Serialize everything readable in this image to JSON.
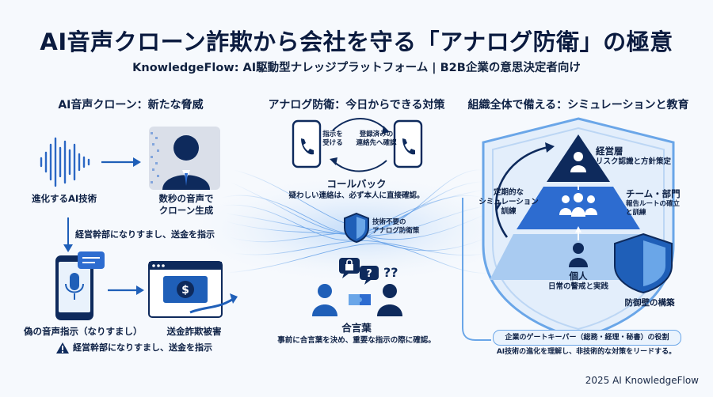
{
  "title": "AI音声クローン詐欺から会社を守る「アナログ防衛」の極意",
  "subtitle": "KnowledgeFlow: AI駆動型ナレッジプラットフォーム | B2B企業の意思決定者向け",
  "left": {
    "heading": "AI音声クローン：新たな脅威",
    "evolving_ai": "進化するAI技術",
    "clone_line1": "数秒の音声で",
    "clone_line2": "クローン生成",
    "impersonate": "経営幹部になりすまし、送金を指示",
    "fake_voice": "偽の音声指示（なりすまし）",
    "fraud_damage": "送金詐欺被害",
    "warning_text": "経営幹部になりすまし、送金を指示"
  },
  "center": {
    "heading": "アナログ防衛：今日からできる対策",
    "receive_line1": "指示を",
    "receive_line2": "受ける",
    "registered_line1": "登録済みの",
    "registered_line2": "連絡先へ確認",
    "callback_title": "コールバック",
    "callback_desc": "疑わしい連絡は、必ず本人に直接確認。",
    "shield_line1": "技術不要の",
    "shield_line2": "アナログ防衛策",
    "password_title": "合言葉",
    "password_desc": "事前に合言葉を決め、重要な指示の際に確認。"
  },
  "right": {
    "heading": "組織全体で備える：シミュレーションと教育",
    "cycle_line1": "定期的な",
    "cycle_line2": "シミュレーション",
    "cycle_line3": "訓練",
    "exec_title": "経営層",
    "exec_desc": "リスク認識と方針策定",
    "team_title": "チーム・部門",
    "team_desc1": "報告ルートの確立",
    "team_desc2": "と訓練",
    "indiv_title": "個人",
    "indiv_desc": "日常の警戒と実践",
    "barrier": "防御壁の構築",
    "gatekeeper": "企業のゲートキーパー（総務・経理・秘書）の役割",
    "gatekeeper_desc": "AI技術の進化を理解し、非技術的な対策をリードする。"
  },
  "footer": "2025 AI KnowledgeFlow",
  "colors": {
    "navy": "#0e2a5c",
    "blue": "#1f5fb8",
    "light_blue": "#6aa6e8",
    "pale": "#dbe9f8"
  },
  "icons": [
    "waveform-icon",
    "ai-head-icon",
    "phone-voice-icon",
    "money-window-icon",
    "warning-icon",
    "phone-icon",
    "shield-icon",
    "people-puzzle-icon",
    "speech-bubble-icon",
    "pyramid-icon"
  ]
}
